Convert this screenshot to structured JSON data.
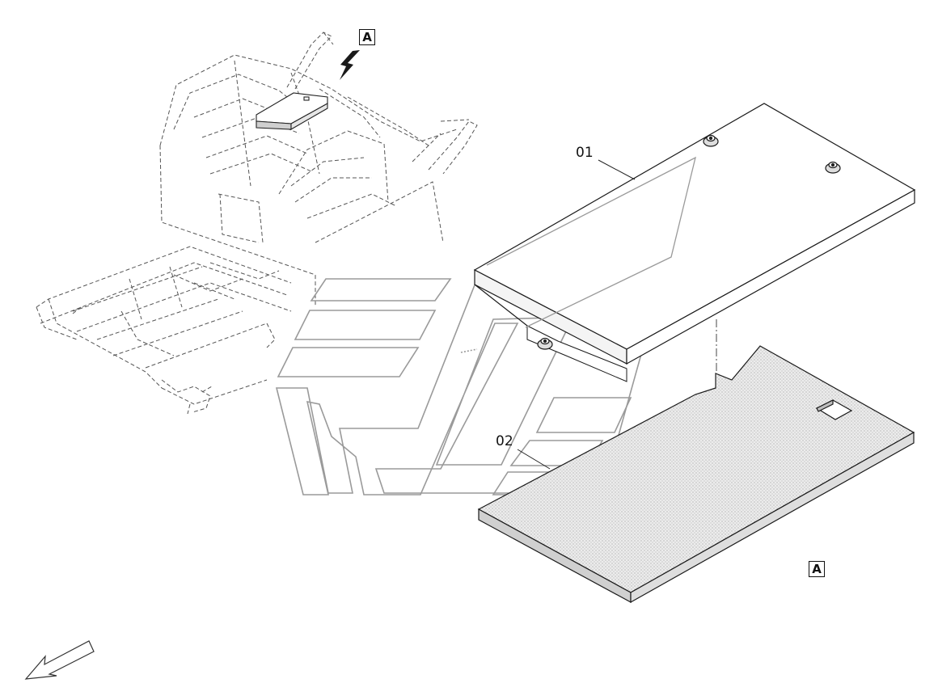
{
  "callouts": {
    "part_01": "01",
    "part_02": "02"
  },
  "view_labels": {
    "detail_marker": "A",
    "detail_view": "A"
  },
  "colors": {
    "line": "#222222",
    "dashed": "#555555",
    "mat_fill": "#e2e2e2",
    "watermark": "#9a9a9a"
  }
}
